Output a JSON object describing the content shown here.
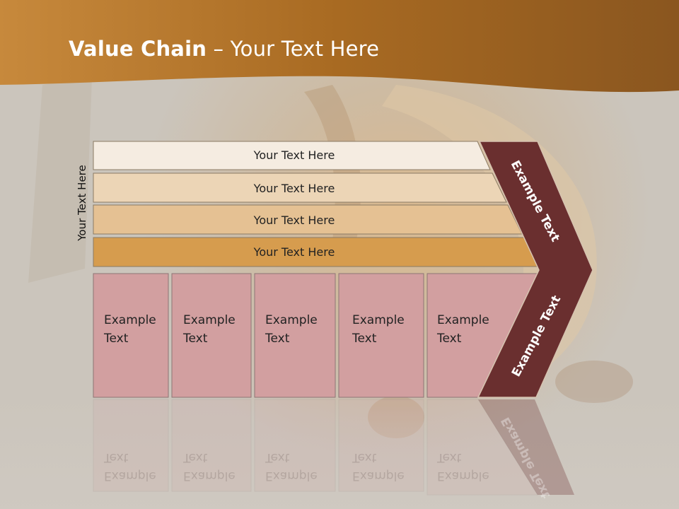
{
  "slide": {
    "title_bold": "Value Chain",
    "title_rest": " – Your Text Here",
    "side_label": "Your Text Here",
    "bars": [
      "Your Text Here",
      "Your Text Here",
      "Your Text Here",
      "Your Text Here"
    ],
    "boxes": [
      "Example\nText",
      "Example\nText",
      "Example\nText",
      "Example\nText",
      "Example\nText"
    ],
    "chevron_upper": "Example Text",
    "chevron_lower": "Example Text"
  },
  "colors": {
    "header_band": "#b8792c",
    "bar1": "#f5ece1",
    "bar2": "#ecd5b6",
    "bar3": "#e5c193",
    "bar4": "#d69c4e",
    "box": "#d29fa0",
    "chevron": "#6a2f2f"
  }
}
